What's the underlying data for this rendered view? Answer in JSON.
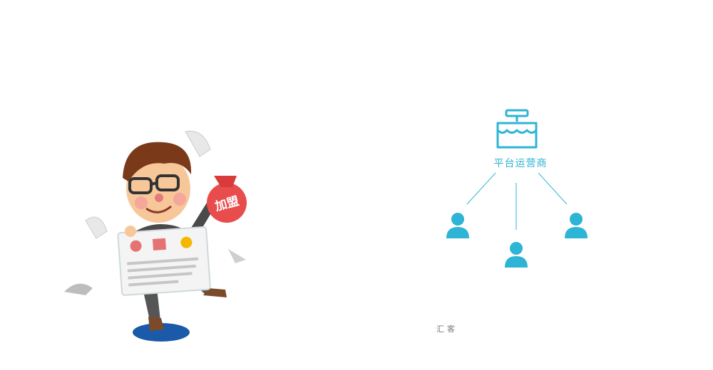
{
  "diagram": {
    "platform_label": "平台运营商",
    "accent_color": "#2eb4d4",
    "icons": {
      "platform": "store-icon",
      "user": "user-icon"
    }
  },
  "illustration": {
    "bag_label": "加盟",
    "description_icon": "cartoon-businessman-icon"
  },
  "footer": {
    "mark": "汇客"
  }
}
